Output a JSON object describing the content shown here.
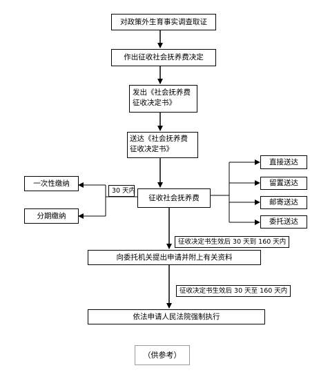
{
  "nodes": {
    "investigate": "对政策外生育事实调查取证",
    "decide": "作出征收社会抚养费决定",
    "issue_line1": "发出《社会抚养费",
    "issue_line2": "征收决定书》",
    "deliver_line1": "送达《社会抚养费",
    "deliver_line2": "征收决定书》",
    "collect": "征收社会抚养费",
    "lump_sum": "一次性缴纳",
    "installment": "分期缴纳",
    "direct": "直接送达",
    "leave": "留置送达",
    "mail": "邮寄送达",
    "entrust": "委托送达",
    "apply_agency": "向委托机关提出申请并附上有关资料",
    "court": "依法申请人民法院强制执行"
  },
  "labels": {
    "within_30": "30 天内",
    "period_1": "征收决定书生效后 30 天到 160 天内",
    "period_2": "征收决定书生效后 30 天至 160 天内"
  },
  "footer": "（供参考）"
}
